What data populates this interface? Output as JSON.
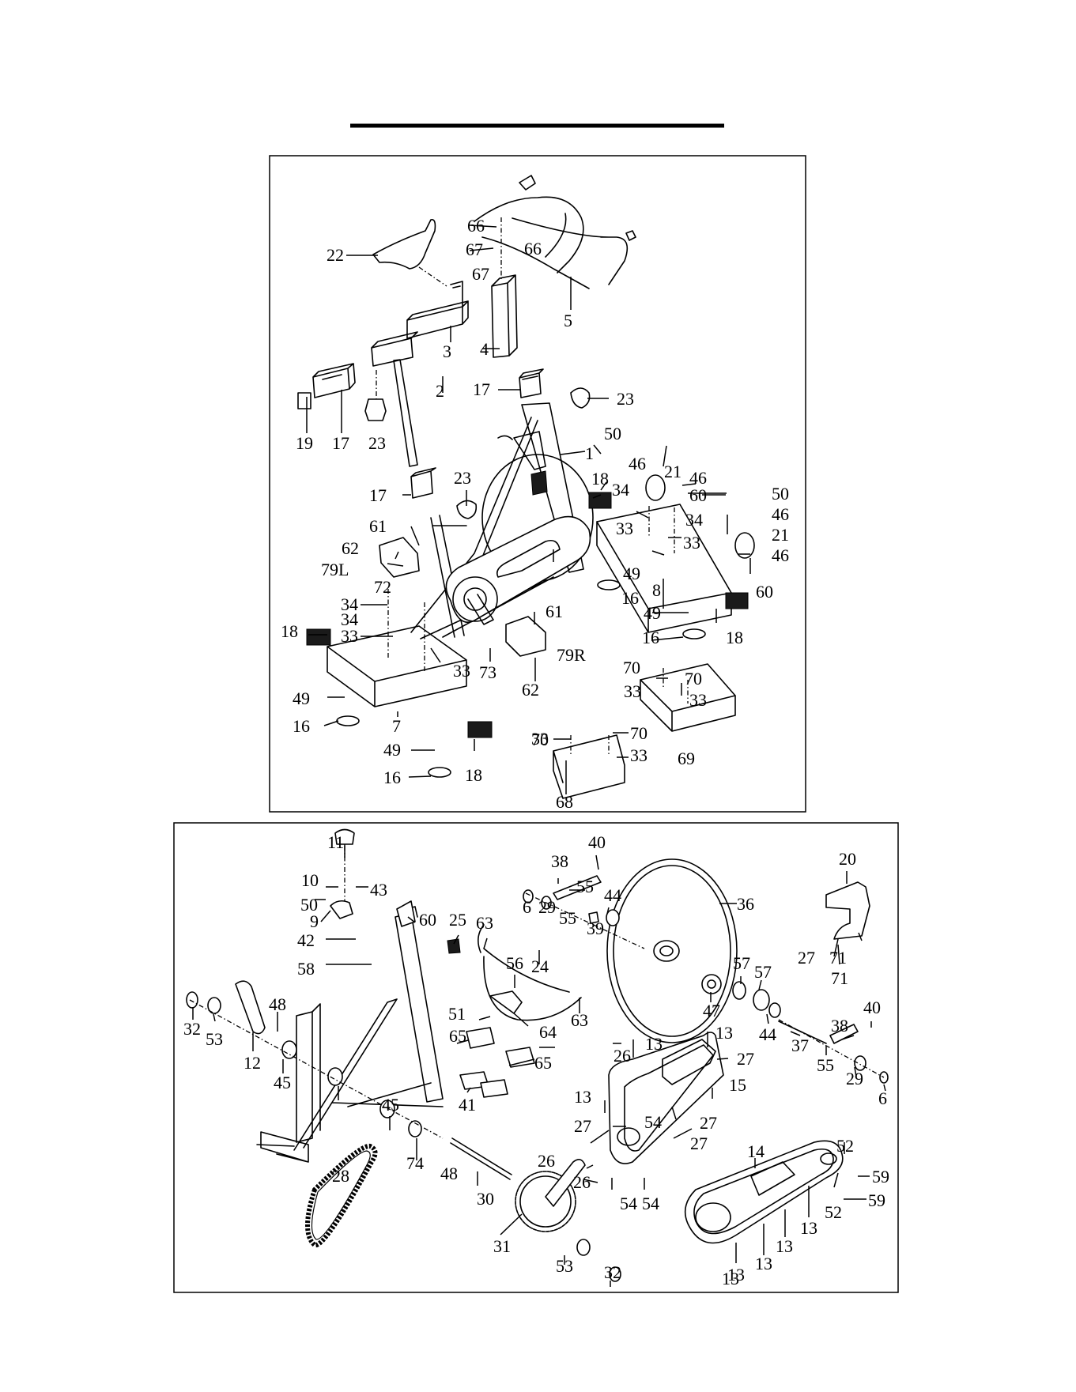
{
  "panels": [
    {
      "name": "upper-exploded-view",
      "labels": [
        "66",
        "66",
        "67",
        "67",
        "22",
        "5",
        "3",
        "4",
        "17",
        "23",
        "2",
        "19",
        "17",
        "23",
        "1",
        "50",
        "46",
        "21",
        "46",
        "60",
        "18",
        "34",
        "33",
        "34",
        "33",
        "50",
        "46",
        "21",
        "46",
        "60",
        "17",
        "23",
        "61",
        "62",
        "79L",
        "72",
        "49",
        "16",
        "8",
        "49",
        "16",
        "18",
        "34",
        "34",
        "18",
        "33",
        "33",
        "73",
        "61",
        "79R",
        "62",
        "49",
        "16",
        "7",
        "49",
        "16",
        "18",
        "70",
        "70",
        "33",
        "33",
        "69",
        "70",
        "33",
        "70",
        "33",
        "68"
      ]
    },
    {
      "name": "lower-exploded-view",
      "labels": [
        "11",
        "40",
        "10",
        "43",
        "38",
        "20",
        "50",
        "6",
        "29",
        "55",
        "44",
        "36",
        "9",
        "55",
        "39",
        "60",
        "25",
        "63",
        "42",
        "58",
        "24",
        "27",
        "71",
        "71",
        "56",
        "57",
        "57",
        "32",
        "53",
        "48",
        "51",
        "63",
        "47",
        "44",
        "40",
        "65",
        "64",
        "38",
        "12",
        "45",
        "13",
        "13",
        "37",
        "55",
        "65",
        "26",
        "27",
        "29",
        "6",
        "41",
        "13",
        "15",
        "54",
        "27",
        "45",
        "27",
        "27",
        "74",
        "48",
        "30",
        "26",
        "26",
        "54",
        "54",
        "52",
        "59",
        "28",
        "14",
        "52",
        "59",
        "13",
        "13",
        "31",
        "53",
        "32",
        "13",
        "13",
        "13"
      ]
    }
  ]
}
